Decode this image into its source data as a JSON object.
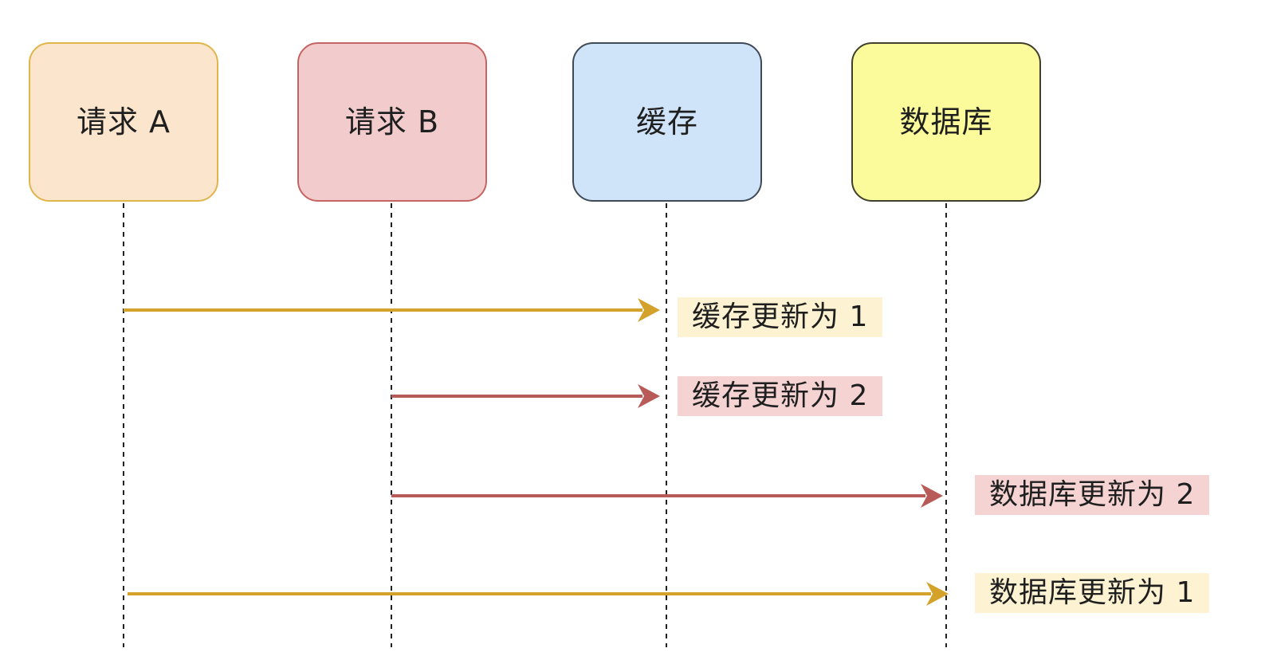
{
  "participants": [
    {
      "id": "a",
      "label": "请求 A",
      "fill": "#fbe6cd",
      "stroke": "#e0b54b"
    },
    {
      "id": "b",
      "label": "请求 B",
      "fill": "#f2cccc",
      "stroke": "#c66363"
    },
    {
      "id": "cache",
      "label": "缓存",
      "fill": "#cfe3f9",
      "stroke": "#3f4a57"
    },
    {
      "id": "db",
      "label": "数据库",
      "fill": "#fbfb9c",
      "stroke": "#3f3f2b"
    }
  ],
  "messages": [
    {
      "from": "a",
      "to": "cache",
      "label": "缓存更新为 1",
      "color": "#d4a12a",
      "label_bg": "#fdf3d2"
    },
    {
      "from": "b",
      "to": "cache",
      "label": "缓存更新为 2",
      "color": "#b85a57",
      "label_bg": "#f5d3d3"
    },
    {
      "from": "b",
      "to": "db",
      "label": "数据库更新为 2",
      "color": "#b85a57",
      "label_bg": "#f5d3d3"
    },
    {
      "from": "a",
      "to": "db",
      "label": "数据库更新为 1",
      "color": "#d4a12a",
      "label_bg": "#fdf3d2"
    }
  ]
}
